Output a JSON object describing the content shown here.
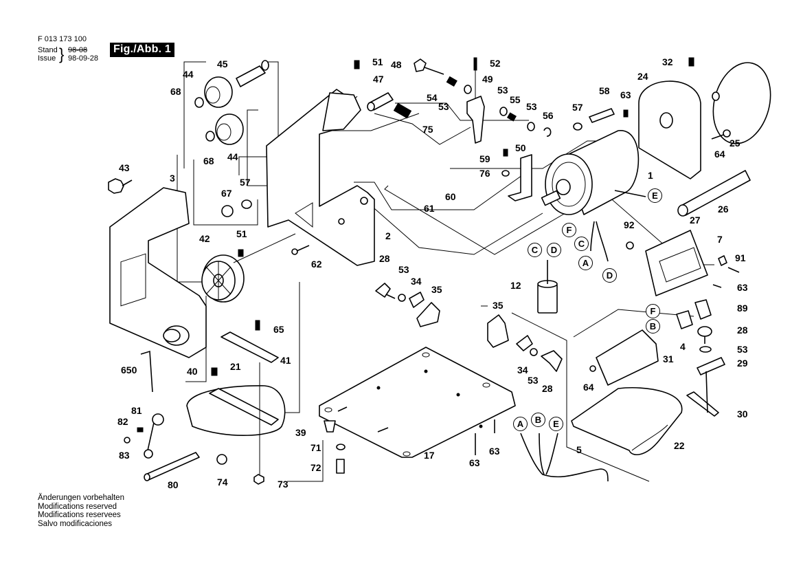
{
  "header": {
    "doc_number": "F 013 173 100",
    "stand_label": "Stand",
    "issue_label": "Issue",
    "old_date_struck": "98-08",
    "issue_date": "98-09-28",
    "figure_label": "Fig./Abb. 1"
  },
  "footer": {
    "lines": [
      "Änderungen vorbehalten",
      "Modifications reserved",
      "Modifications reservees",
      "Salvo modificaciones"
    ]
  },
  "callouts": [
    {
      "id": "c45",
      "label": "45"
    },
    {
      "id": "c44a",
      "label": "44"
    },
    {
      "id": "c68a",
      "label": "68"
    },
    {
      "id": "c68b",
      "label": "68"
    },
    {
      "id": "c44b",
      "label": "44"
    },
    {
      "id": "c51a",
      "label": "51"
    },
    {
      "id": "c47",
      "label": "47"
    },
    {
      "id": "c48",
      "label": "48"
    },
    {
      "id": "c52",
      "label": "52"
    },
    {
      "id": "c49",
      "label": "49"
    },
    {
      "id": "c54",
      "label": "54"
    },
    {
      "id": "c53a",
      "label": "53"
    },
    {
      "id": "c53b",
      "label": "53"
    },
    {
      "id": "c55",
      "label": "55"
    },
    {
      "id": "c53c",
      "label": "53"
    },
    {
      "id": "c56",
      "label": "56"
    },
    {
      "id": "c75",
      "label": "75"
    },
    {
      "id": "c57a",
      "label": "57"
    },
    {
      "id": "c58",
      "label": "58"
    },
    {
      "id": "c63a",
      "label": "63"
    },
    {
      "id": "c24",
      "label": "24"
    },
    {
      "id": "c32",
      "label": "32"
    },
    {
      "id": "c25",
      "label": "25"
    },
    {
      "id": "c64a",
      "label": "64"
    },
    {
      "id": "c26",
      "label": "26"
    },
    {
      "id": "c1",
      "label": "1"
    },
    {
      "id": "c50",
      "label": "50"
    },
    {
      "id": "c59",
      "label": "59"
    },
    {
      "id": "c76",
      "label": "76"
    },
    {
      "id": "c60",
      "label": "60"
    },
    {
      "id": "c61",
      "label": "61"
    },
    {
      "id": "c43",
      "label": "43"
    },
    {
      "id": "c3",
      "label": "3"
    },
    {
      "id": "c57b",
      "label": "57"
    },
    {
      "id": "c67",
      "label": "67"
    },
    {
      "id": "c2",
      "label": "2"
    },
    {
      "id": "c42",
      "label": "42"
    },
    {
      "id": "c51b",
      "label": "51"
    },
    {
      "id": "c62",
      "label": "62"
    },
    {
      "id": "c92",
      "label": "92"
    },
    {
      "id": "c27",
      "label": "27"
    },
    {
      "id": "c7",
      "label": "7"
    },
    {
      "id": "c91",
      "label": "91"
    },
    {
      "id": "c63b",
      "label": "63"
    },
    {
      "id": "c12",
      "label": "12"
    },
    {
      "id": "c28a",
      "label": "28"
    },
    {
      "id": "c53d",
      "label": "53"
    },
    {
      "id": "c34a",
      "label": "34"
    },
    {
      "id": "c35a",
      "label": "35"
    },
    {
      "id": "c35b",
      "label": "35"
    },
    {
      "id": "c34b",
      "label": "34"
    },
    {
      "id": "c53e",
      "label": "53"
    },
    {
      "id": "c28b",
      "label": "28"
    },
    {
      "id": "c89",
      "label": "89"
    },
    {
      "id": "c4",
      "label": "4"
    },
    {
      "id": "c28c",
      "label": "28"
    },
    {
      "id": "c53f",
      "label": "53"
    },
    {
      "id": "c29",
      "label": "29"
    },
    {
      "id": "c31",
      "label": "31"
    },
    {
      "id": "c64b",
      "label": "64"
    },
    {
      "id": "c30",
      "label": "30"
    },
    {
      "id": "c22",
      "label": "22"
    },
    {
      "id": "c65",
      "label": "65"
    },
    {
      "id": "c41",
      "label": "41"
    },
    {
      "id": "c650",
      "label": "650"
    },
    {
      "id": "c40",
      "label": "40"
    },
    {
      "id": "c21",
      "label": "21"
    },
    {
      "id": "c39",
      "label": "39"
    },
    {
      "id": "c71",
      "label": "71"
    },
    {
      "id": "c72",
      "label": "72"
    },
    {
      "id": "c17",
      "label": "17"
    },
    {
      "id": "c63c",
      "label": "63"
    },
    {
      "id": "c63d",
      "label": "63"
    },
    {
      "id": "c5",
      "label": "5"
    },
    {
      "id": "c81",
      "label": "81"
    },
    {
      "id": "c82",
      "label": "82"
    },
    {
      "id": "c83",
      "label": "83"
    },
    {
      "id": "c80",
      "label": "80"
    },
    {
      "id": "c74",
      "label": "74"
    },
    {
      "id": "c73",
      "label": "73"
    }
  ],
  "wire_markers": [
    {
      "id": "wE1",
      "label": "E"
    },
    {
      "id": "wF1",
      "label": "F"
    },
    {
      "id": "wC1",
      "label": "C"
    },
    {
      "id": "wA1",
      "label": "A"
    },
    {
      "id": "wD1",
      "label": "D"
    },
    {
      "id": "wC2",
      "label": "C"
    },
    {
      "id": "wD2",
      "label": "D"
    },
    {
      "id": "wF2",
      "label": "F"
    },
    {
      "id": "wB2",
      "label": "B"
    },
    {
      "id": "wA3",
      "label": "A"
    },
    {
      "id": "wB3",
      "label": "B"
    },
    {
      "id": "wE3",
      "label": "E"
    }
  ]
}
